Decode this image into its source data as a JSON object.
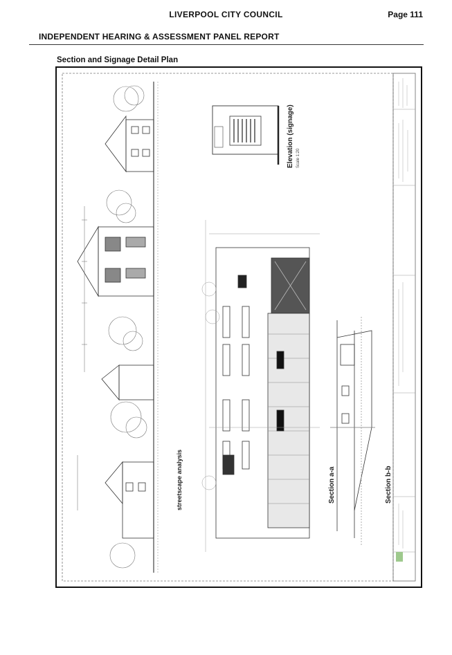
{
  "header": {
    "council": "LIVERPOOL CITY COUNCIL",
    "page": "Page 111",
    "report": "INDEPENDENT HEARING & ASSESSMENT PANEL REPORT"
  },
  "figure": {
    "title": "Section and Signage Detail Plan"
  },
  "drawing": {
    "elevation_label": "Elevation (signage)",
    "elevation_scale": "Scale 1:20",
    "streetscape_label": "streetscape analysis",
    "section_a_label": "Section a-a",
    "section_b_label": "Section b-b"
  }
}
